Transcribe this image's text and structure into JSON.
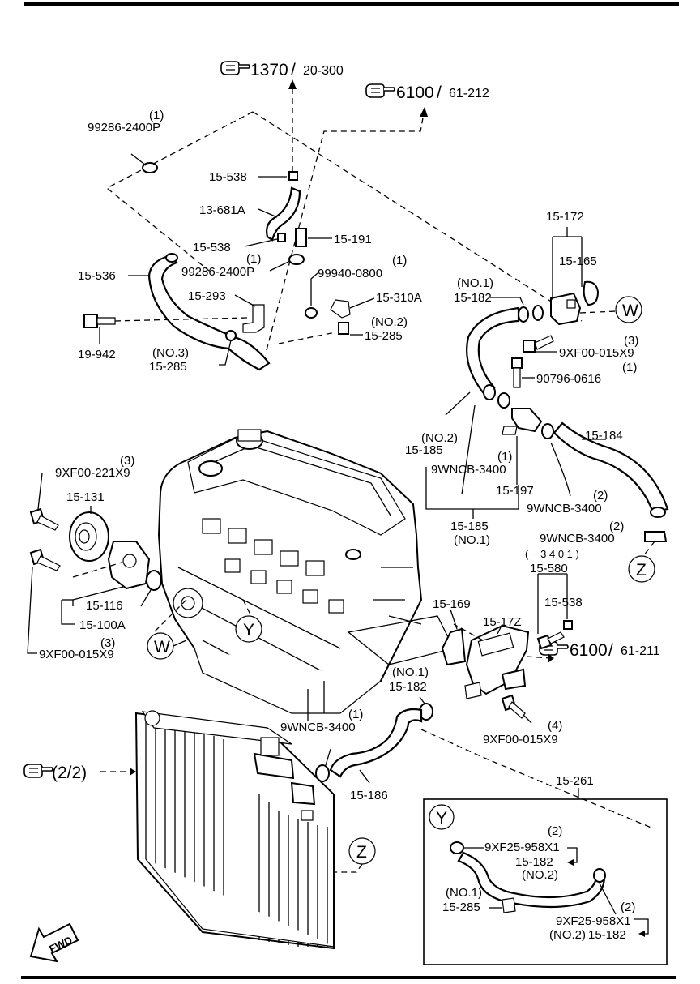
{
  "refs": {
    "r1370": {
      "main": "1370",
      "sub": "20-300"
    },
    "r6100_212": {
      "main": "6100",
      "sub": "61-212"
    },
    "r6100_211": {
      "main": "6100",
      "sub": "61-211"
    },
    "r22": {
      "main": "(2/2)"
    }
  },
  "labels": {
    "q1a": "(1)",
    "p99286a": "99286-2400P",
    "p15538a": "15-538",
    "p13681a": "13-681A",
    "p15538b": "15-538",
    "p15191": "15-191",
    "q1b": "(1)",
    "p99286b": "99286-2400P",
    "p15536": "15-536",
    "q1c": "(1)",
    "p99940": "99940-0800",
    "p15293": "15-293",
    "p15310a": "15-310A",
    "p19942": "19-942",
    "no2a": "(NO.2)",
    "p15285a": "15-285",
    "no3": "(NO.3)",
    "p15285b": "15-285",
    "p15172": "15-172",
    "p15165": "15-165",
    "no1a": "(NO.1)",
    "p15182a": "15-182",
    "q3a": "(3)",
    "p9xf015a": "9XF00-015X9",
    "q1d": "(1)",
    "p90796": "90796-0616",
    "no2b": "(NO.2)",
    "p15185a": "15-185",
    "q1e": "(1)",
    "p9wncb_a": "9WNCB-3400",
    "p15184": "15-184",
    "p15197": "15-197",
    "q2a": "(2)",
    "p9wncb_b": "9WNCB-3400",
    "p15185b": "15-185",
    "no1b": "(NO.1)",
    "q2b": "(2)",
    "p9wncb_c": "9WNCB-3400",
    "q3b": "(3)",
    "p9xf221": "9XF00-221X9",
    "p15131": "15-131",
    "r3401": "( − 3 4 0 1 )",
    "p15580": "15-580",
    "p15538c": "15-538",
    "p15116": "15-116",
    "p15100a": "15-100A",
    "p15169": "15-169",
    "p15172z": "15-17Z",
    "q3c": "(3)",
    "p9xf015b": "9XF00-015X9",
    "no1c": "(NO.1)",
    "p15182b": "15-182",
    "q1f": "(1)",
    "p9wncb_d": "9WNCB-3400",
    "q4": "(4)",
    "p9xf015c": "9XF00-015X9",
    "p15186": "15-186",
    "p15261": "15-261",
    "q2c": "(2)",
    "p9xf25a": "9XF25-958X1",
    "p15182c": "15-182",
    "no2c": "(NO.2)",
    "no1d": "(NO.1)",
    "p15285c": "15-285",
    "q2d": "(2)",
    "p9xf25b": "9XF25-958X1",
    "no2d": "(NO.2)",
    "p15182d": "15-182"
  },
  "markers": {
    "w1": "W",
    "w2": "W",
    "y1": "Y",
    "y2": "Y",
    "z1": "Z",
    "z2": "Z"
  },
  "fwd": "FWD",
  "icons": {
    "reference": "pointing-hand-icon",
    "forward": "forward-arrow-icon"
  }
}
